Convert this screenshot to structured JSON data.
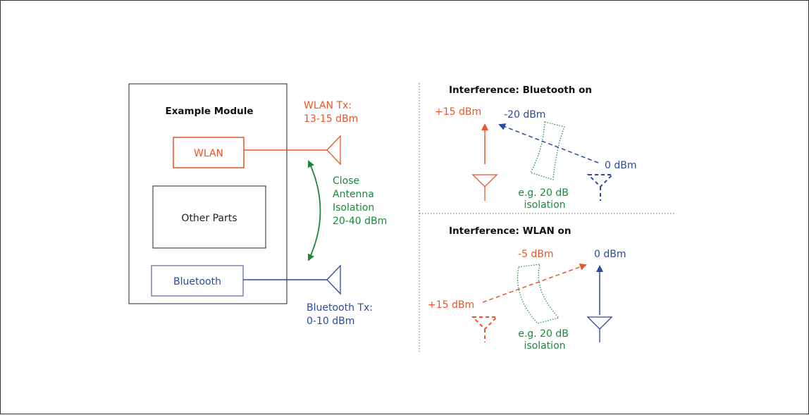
{
  "colors": {
    "wlan": "#e8562a",
    "bluetooth": "#2d4a9c",
    "isolation": "#1a8a3a",
    "line": "#222222"
  },
  "module": {
    "title": "Example Module",
    "wlan_label": "WLAN",
    "other_label": "Other Parts",
    "bluetooth_label": "Bluetooth"
  },
  "left": {
    "wlan_tx_line1": "WLAN Tx:",
    "wlan_tx_line2": "13-15 dBm",
    "bt_tx_line1": "Bluetooth Tx:",
    "bt_tx_line2": "0-10 dBm",
    "isolation_lines": [
      "Close",
      "Antenna",
      "Isolation",
      "20-40 dBm"
    ]
  },
  "panel_bt": {
    "title": "Interference: Bluetooth on",
    "wlan_level": "+15 dBm",
    "received": "-20 dBm",
    "bt_level": "0 dBm",
    "isolation_line1": "e.g. 20 dB",
    "isolation_line2": "isolation"
  },
  "panel_wlan": {
    "title": "Interference: WLAN on",
    "received": "-5 dBm",
    "bt_level": "0 dBm",
    "wlan_level": "+15 dBm",
    "isolation_line1": "e.g. 20 dB",
    "isolation_line2": "isolation"
  }
}
